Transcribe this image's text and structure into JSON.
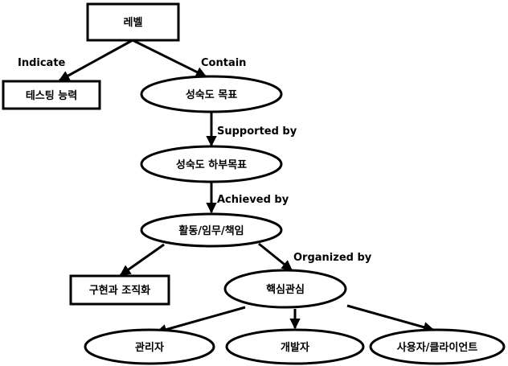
{
  "nodes": {
    "level": "레벨",
    "testing_capability": "테스팅 능력",
    "maturity_goal": "성숙도 목표",
    "maturity_subgoal": "성숙도 하부목표",
    "activities": "활동/임무/책임",
    "implementation": "구현과 조직화",
    "key_concerns": "핵심관심",
    "manager": "관리자",
    "developer": "개발자",
    "user_client": "사용자/클라이언트"
  },
  "edges": {
    "indicate": "Indicate",
    "contain": "Contain",
    "supported_by": "Supported by",
    "achieved_by": "Achieved by",
    "organized_by": "Organized by"
  }
}
